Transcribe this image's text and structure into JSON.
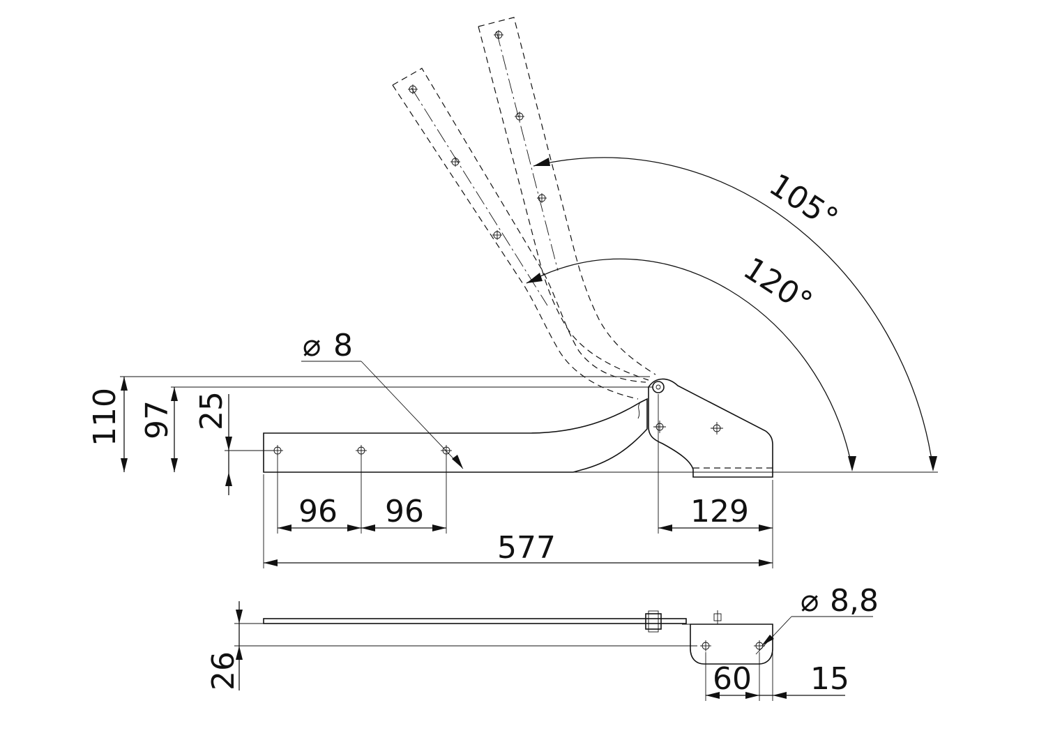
{
  "dimensions": {
    "height_total": "110",
    "height_pivot": "97",
    "height_holes": "25",
    "hole_diameter": "8",
    "spacing_1": "96",
    "spacing_2": "96",
    "overall_length": "577",
    "bracket_length": "129",
    "angle_outer": "105°",
    "angle_inner": "120°",
    "side_thickness": "26",
    "side_hole_spacing": "60",
    "side_edge_offset": "15",
    "side_hole_diameter": "8,8"
  },
  "symbols": {
    "diameter": "⌀"
  }
}
